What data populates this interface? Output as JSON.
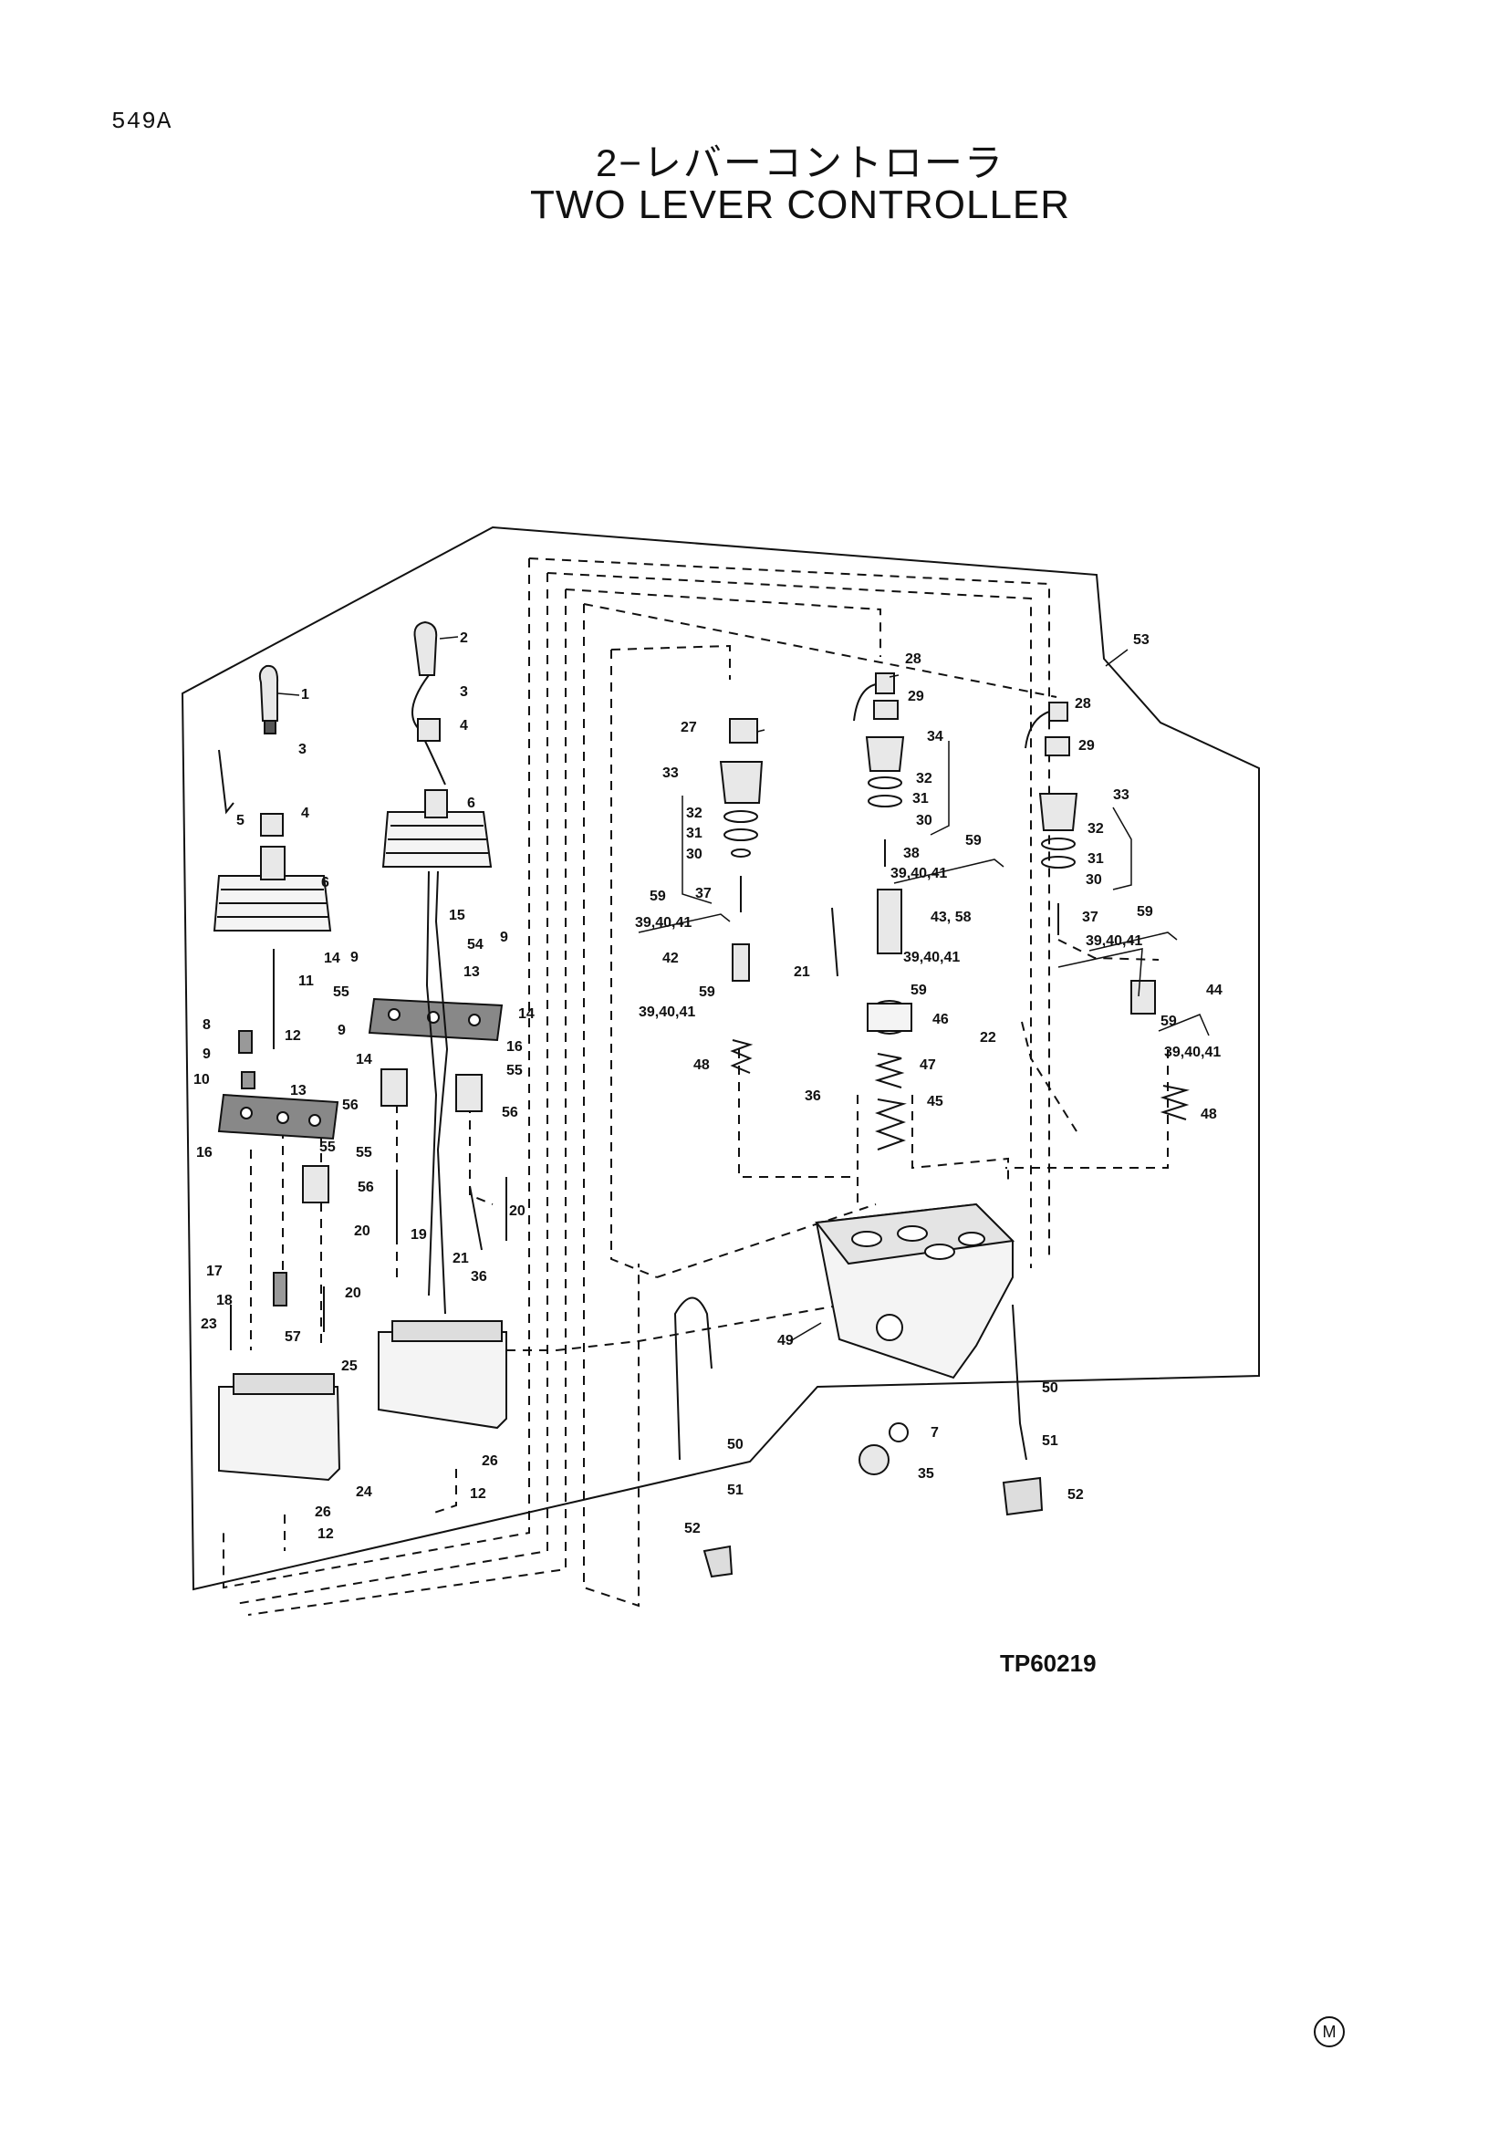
{
  "page_code": "549A",
  "title_jp": "2−レバーコントローラ",
  "title_en": "TWO LEVER CONTROLLER",
  "drawing_ref": "TP60219",
  "mark": "M",
  "callouts": {
    "c1": "1",
    "c2": "2",
    "c3a": "3",
    "c3b": "3",
    "c4a": "4",
    "c4b": "4",
    "c5": "5",
    "c6a": "6",
    "c6b": "6",
    "c7": "7",
    "c8": "8",
    "c9a": "9",
    "c9b": "9",
    "c9c": "9",
    "c9d": "9",
    "c10": "10",
    "c11": "11",
    "c12a": "12",
    "c12b": "12",
    "c12c": "12",
    "c13a": "13",
    "c13b": "13",
    "c14a": "14",
    "c14b": "14",
    "c14c": "14",
    "c15": "15",
    "c16a": "16",
    "c16b": "16",
    "c17": "17",
    "c18": "18",
    "c19": "19",
    "c20a": "20",
    "c20b": "20",
    "c20c": "20",
    "c21a": "21",
    "c21b": "21",
    "c22": "22",
    "c23": "23",
    "c24": "24",
    "c25": "25",
    "c26a": "26",
    "c26b": "26",
    "c27": "27",
    "c28a": "28",
    "c28b": "28",
    "c29a": "29",
    "c29b": "29",
    "c30a": "30",
    "c30b": "30",
    "c30c": "30",
    "c31a": "31",
    "c31b": "31",
    "c31c": "31",
    "c32a": "32",
    "c32b": "32",
    "c32c": "32",
    "c33a": "33",
    "c33b": "33",
    "c34": "34",
    "c35": "35",
    "c36a": "36",
    "c36b": "36",
    "c37a": "37",
    "c37b": "37",
    "c38": "38",
    "c42": "42",
    "c43": "43, 58",
    "c44": "44",
    "c45": "45",
    "c46": "46",
    "c47": "47",
    "c48a": "48",
    "c48b": "48",
    "c49": "49",
    "c50a": "50",
    "c50b": "50",
    "c51a": "51",
    "c51b": "51",
    "c52a": "52",
    "c52b": "52",
    "c53": "53",
    "c54": "54",
    "c55a": "55",
    "c55b": "55",
    "c55c": "55",
    "c55d": "55",
    "c56a": "56",
    "c56b": "56",
    "c56c": "56",
    "c57": "57",
    "c59a": "59",
    "c59b": "59",
    "c59c": "59",
    "c59d": "59",
    "c59e": "59",
    "c59f": "59",
    "s1": "39,40,41",
    "s2": "39,40,41",
    "s3": "39,40,41",
    "s4": "39,40,41",
    "s5": "39,40,41",
    "s6": "39,40,41"
  }
}
